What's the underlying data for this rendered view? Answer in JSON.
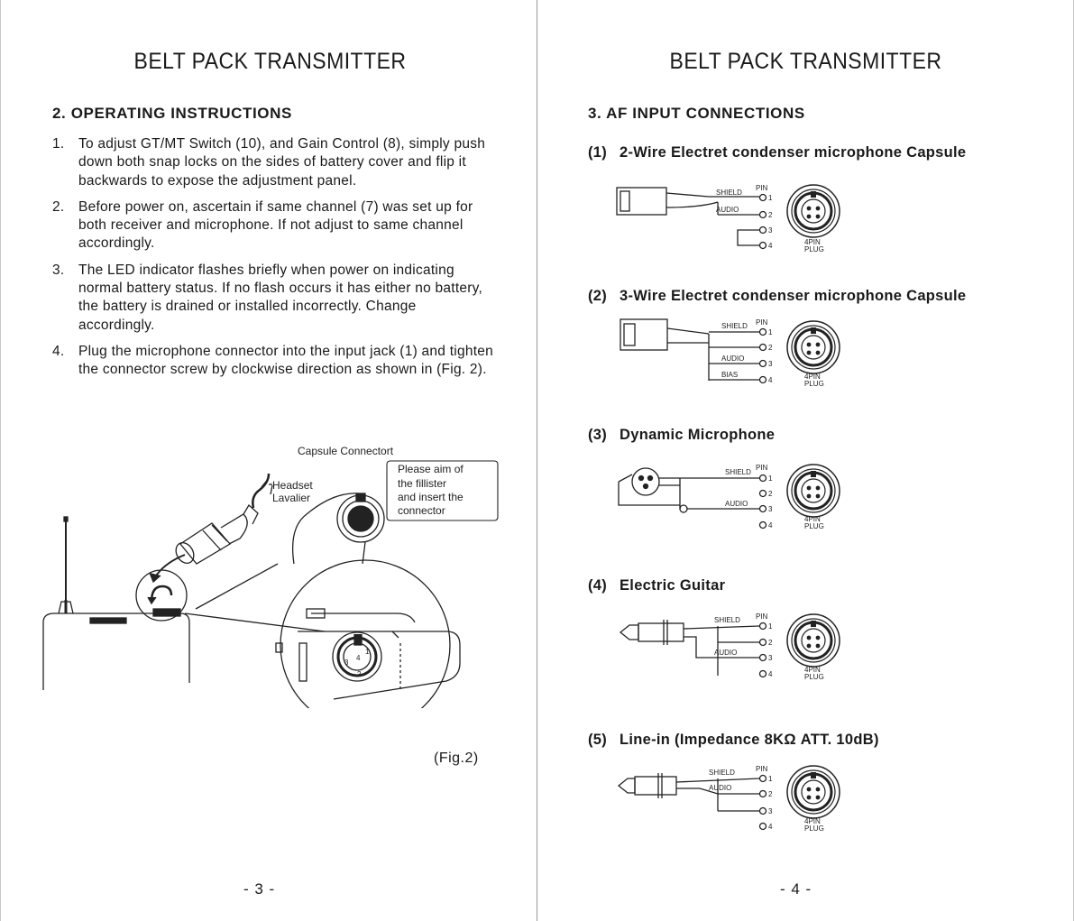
{
  "left_page": {
    "title": "BELT PACK TRANSMITTER",
    "section_heading": "2. OPERATING INSTRUCTIONS",
    "instructions": [
      {
        "num": "1.",
        "text": "To adjust GT/MT Switch (10), and Gain Control (8), simply push down both snap locks on the sides of battery cover and flip it backwards to expose the adjustment panel."
      },
      {
        "num": "2.",
        "text": "Before power on, ascertain if same channel (7) was set up for both receiver and microphone.  If not adjust to same channel accordingly."
      },
      {
        "num": "3.",
        "text": "The LED indicator flashes briefly when power on indicating normal battery status. If no flash occurs it has either no battery, the battery is drained or installed incorrectly.  Change accordingly."
      },
      {
        "num": "4.",
        "text": "Plug the microphone connector into the input jack (1) and tighten the connector screw by clockwise direction as shown in (Fig. 2)."
      }
    ],
    "figure": {
      "capsule_label": "Capsule Connectort",
      "headset_label": "Headset",
      "lavalier_label": "Lavalier",
      "callout_lines": [
        "Please aim of",
        "the fillister",
        "and insert the",
        "connector"
      ],
      "pin_labels": [
        "1",
        "2",
        "3",
        "4"
      ],
      "caption": "(Fig.2)"
    },
    "page_number": "- 3 -"
  },
  "right_page": {
    "title": "BELT PACK TRANSMITTER",
    "section_heading": "3. AF INPUT CONNECTIONS",
    "shared_labels": {
      "shield": "SHIELD",
      "audio": "AUDIO",
      "bias": "BIAS",
      "pin": "PIN",
      "plug_line1": "4PIN",
      "plug_line2": "PLUG",
      "pins": [
        "1",
        "2",
        "3",
        "4"
      ]
    },
    "connections": [
      {
        "num": "(1)",
        "title": "2-Wire Electret condenser microphone Capsule"
      },
      {
        "num": "(2)",
        "title": "3-Wire Electret condenser microphone Capsule"
      },
      {
        "num": "(3)",
        "title": "Dynamic Microphone"
      },
      {
        "num": "(4)",
        "title": "Electric Guitar"
      },
      {
        "num": "(5)",
        "title": "Line-in (Impedance 8KΩ  ATT. 10dB)"
      }
    ],
    "page_number": "- 4 -"
  }
}
